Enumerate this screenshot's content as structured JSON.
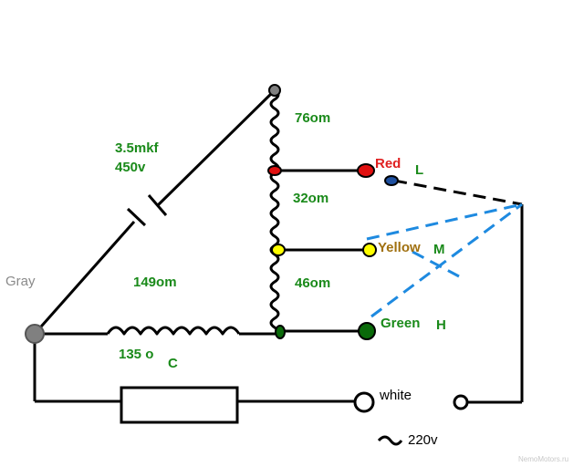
{
  "labels": {
    "capacitor": "3.5mkf",
    "capacitor_voltage": "450v",
    "gray": "Gray",
    "r_top": "76om",
    "r_mid": "32om",
    "r_bottom": "46om",
    "r_main": "149om",
    "thermal_value": "135 o",
    "thermal_unit": "C",
    "red": "Red",
    "yellow": "Yellow",
    "green": "Green",
    "speed_low": "L",
    "speed_mid": "M",
    "speed_high": "H",
    "white": "white",
    "supply": "220v",
    "watermark": "NemoMotors.ru"
  },
  "colors": {
    "wire": "#000000",
    "node_gray": "#808080",
    "node_red": "#e01010",
    "node_yellow": "#ffff00",
    "node_green": "#0a6a0a",
    "node_blue": "#1e50a0",
    "dashed_blue": "#1e8ae0",
    "label_green": "#1a8a1a",
    "label_red": "#e02020",
    "label_yellow": "#a07010"
  }
}
